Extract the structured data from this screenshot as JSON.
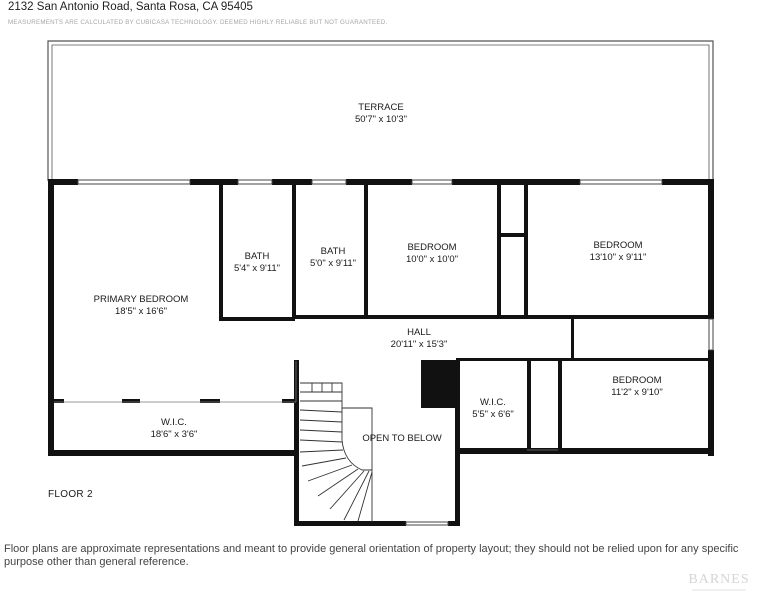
{
  "header": {
    "address": "2132 San Antonio Road, Santa Rosa, CA 95405",
    "disclaimer": "MEASUREMENTS ARE CALCULATED BY CUBICASA TECHNOLOGY. DEEMED HIGHLY RELIABLE BUT NOT GUARANTEED."
  },
  "rooms": {
    "terrace": {
      "name": "TERRACE",
      "dims": "50'7\" x 10'3\""
    },
    "primary_bedroom": {
      "name": "PRIMARY BEDROOM",
      "dims": "18'5\" x 16'6\""
    },
    "bath1": {
      "name": "BATH",
      "dims": "5'4\" x 9'11\""
    },
    "bath2": {
      "name": "BATH",
      "dims": "5'0\" x 9'11\""
    },
    "bedroom1": {
      "name": "BEDROOM",
      "dims": "10'0\" x 10'0\""
    },
    "bedroom2": {
      "name": "BEDROOM",
      "dims": "13'10\" x 9'11\""
    },
    "hall": {
      "name": "HALL",
      "dims": "20'11\" x 15'3\""
    },
    "wic_primary": {
      "name": "W.I.C.",
      "dims": "18'6\" x 3'6\""
    },
    "wic2": {
      "name": "W.I.C.",
      "dims": "5'5\" x 6'6\""
    },
    "bedroom3": {
      "name": "BEDROOM",
      "dims": "11'2\" x 9'10\""
    },
    "open_to_below": {
      "name": "OPEN TO BELOW"
    }
  },
  "floor_label": "FLOOR 2",
  "footer_note": "Floor plans are approximate representations and meant to provide general orientation of property layout; they should not be relied upon for any specific purpose other than general reference.",
  "watermark": "BARNES"
}
